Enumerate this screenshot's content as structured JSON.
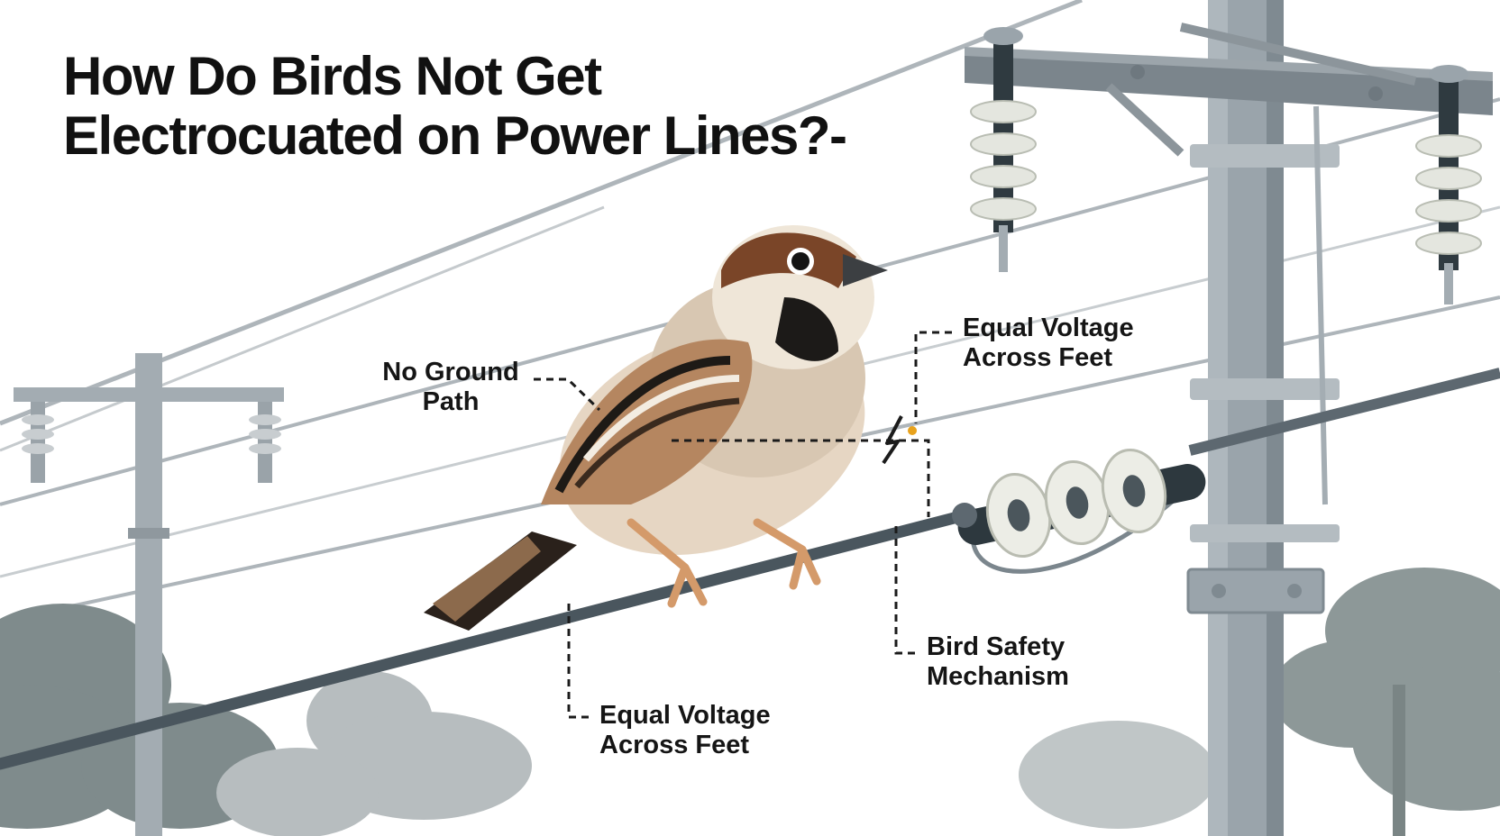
{
  "title": {
    "line1": "How Do Birds Not Get",
    "line2": "Electrocuated on Power Lines?-"
  },
  "labels": {
    "no_ground_path": {
      "line1": "No Ground",
      "line2": "Path"
    },
    "equal_voltage_top": {
      "line1": "Equal Voltage",
      "line2": "Across Feet"
    },
    "bird_safety": {
      "line1": "Bird Safety",
      "line2": "Mechanism"
    },
    "equal_voltage_bottom": {
      "line1": "Equal Voltage",
      "line2": "Across Feet"
    }
  },
  "colors": {
    "background": "#ffffff",
    "pole": "#9aa4ab",
    "wire": "#4a565e",
    "insulator": "#e9eae3",
    "bird_crown": "#7a4528",
    "bird_belly": "#e6d6c3",
    "bird_feet": "#d49a6a",
    "spark": "#e8a21c"
  }
}
